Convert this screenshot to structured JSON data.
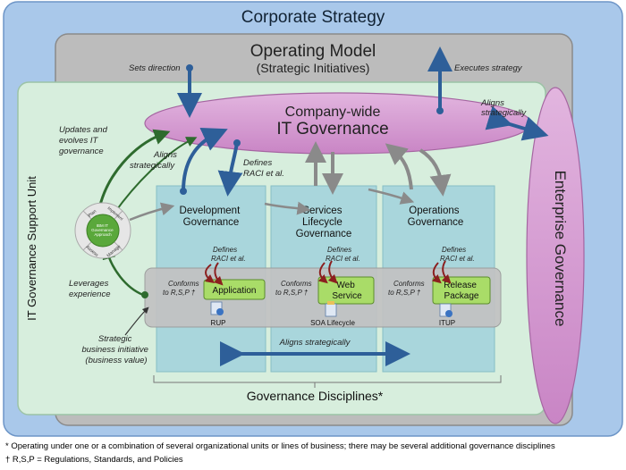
{
  "layers": {
    "corporate_strategy": "Corporate Strategy",
    "operating_model": "Operating Model",
    "operating_model_sub": "(Strategic Initiatives)",
    "it_support_unit": "IT Governance Support Unit",
    "enterprise_governance": "Enterprise Governance",
    "governance_disciplines": "Governance Disciplines*"
  },
  "it_governance": {
    "line1": "Company-wide",
    "line2": "IT Governance"
  },
  "disciplines": [
    {
      "title_line1": "Development",
      "title_line2": "Governance",
      "title_line3": "",
      "work_product": "Application",
      "work_product_line2": "",
      "method": "RUP"
    },
    {
      "title_line1": "Services",
      "title_line2": "Lifecycle",
      "title_line3": "Governance",
      "work_product": "Web",
      "work_product_line2": "Service",
      "method": "SOA Lifecycle"
    },
    {
      "title_line1": "Operations",
      "title_line2": "Governance",
      "title_line3": "",
      "work_product": "Release",
      "work_product_line2": "Package",
      "method": "ITUP"
    }
  ],
  "cycle": {
    "center_line1": "IBM IT",
    "center_line2": "Governance",
    "center_line3": "Approach",
    "plan": "Plan",
    "implement": "Implement",
    "manage": "Manage",
    "assess": "Assess"
  },
  "annotations": {
    "sets_direction": "Sets direction",
    "executes_strategy": "Executes strategy",
    "aligns_strategically_right_1": "Aligns",
    "aligns_strategically_right_2": "strategically",
    "updates_1": "Updates and",
    "updates_2": "evolves IT",
    "updates_3": "governance",
    "aligns_left_1": "Aligns",
    "aligns_left_2": "strategically",
    "defines_raci_1": "Defines",
    "defines_raci_2": "RACI et al.",
    "defines_raci_small_1": "Defines",
    "defines_raci_small_2": "RACI et al.",
    "conforms_1": "Conforms",
    "conforms_2": "to R,S,P †",
    "leverages_1": "Leverages",
    "leverages_2": "experience",
    "strategic_1": "Strategic",
    "strategic_2": "business initiative",
    "strategic_3": "(business value)",
    "aligns_bottom": "Aligns strategically"
  },
  "footnotes": {
    "note1": "* Operating under one or a combination of several organizational units or lines of business; there may be several additional governance disciplines",
    "note2": "† R,S,P = Regulations, Standards, and Policies"
  },
  "colors": {
    "corporate": "#a9c8ea",
    "operating": "#bcbcbc",
    "support_unit": "#d7eedd",
    "magenta": "#d89bd4",
    "teal": "#a9d6dc",
    "green_box": "#a9dc68",
    "arrow_blue": "#2e5f99",
    "arrow_gray": "#8a8a8a",
    "arrow_red": "#8b1f1f"
  }
}
